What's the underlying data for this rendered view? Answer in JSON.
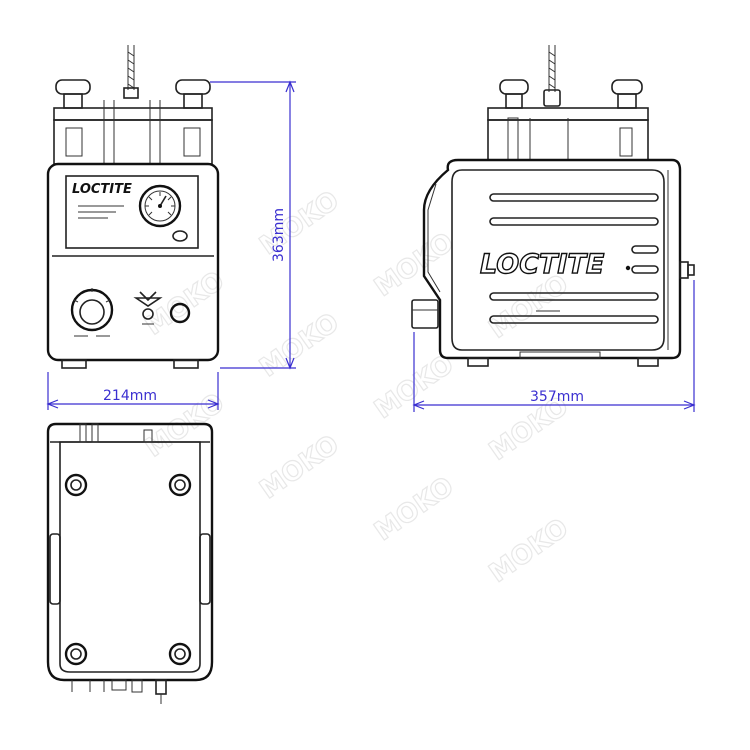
{
  "brand": {
    "logo_text": "LOCTITE"
  },
  "dimensions": {
    "front_width": "214mm",
    "front_height": "363mm",
    "side_depth": "357mm"
  },
  "watermark": {
    "text": "MOKO"
  },
  "colors": {
    "dimension": "#3a2fd0",
    "outline": "#222222",
    "background": "#ffffff"
  }
}
